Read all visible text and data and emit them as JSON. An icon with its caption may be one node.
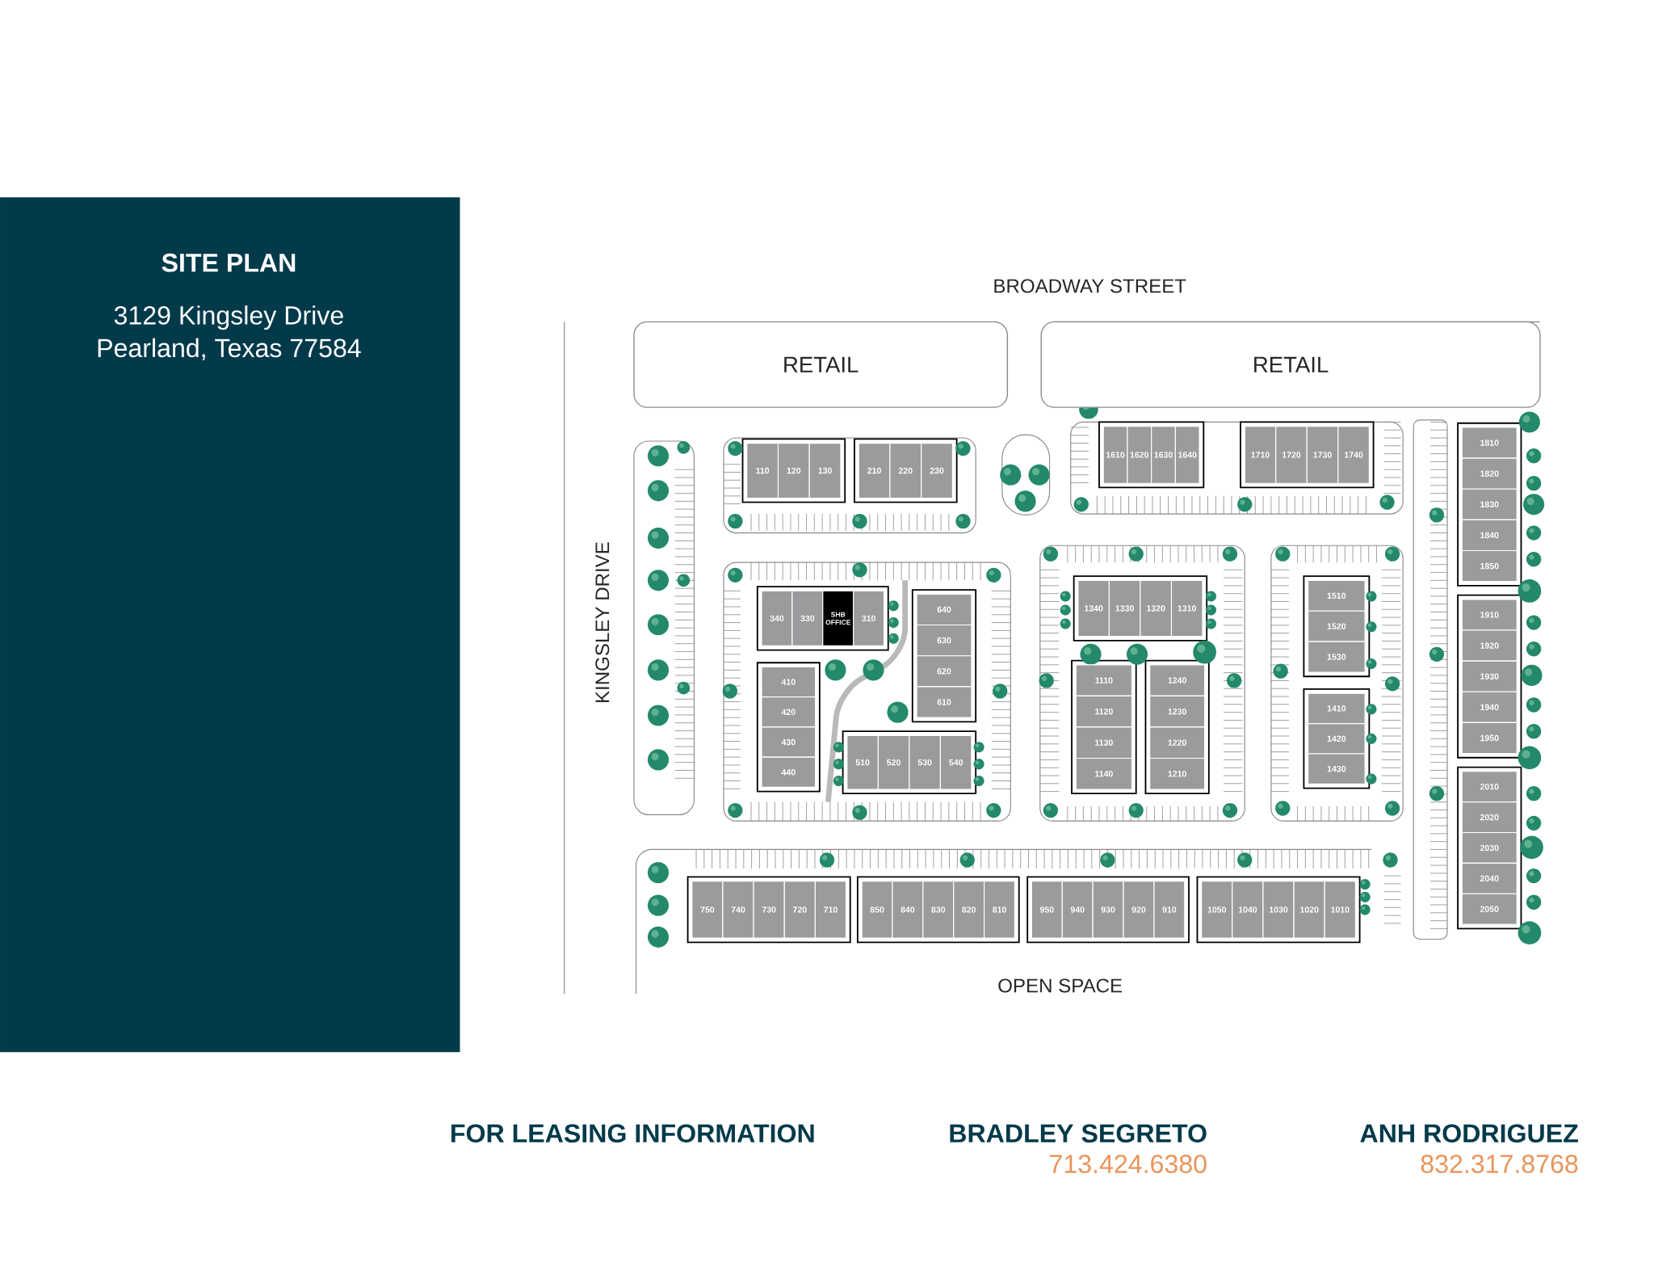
{
  "diagram": {
    "title": "SITE PLAN",
    "nodes": [
      {
        "text": [
          "RETAIL"
        ]
      },
      {
        "text": [
          "RETAIL"
        ]
      },
      {
        "text": [
          "110"
        ]
      },
      {
        "text": [
          "120"
        ]
      },
      {
        "text": [
          "130"
        ]
      },
      {
        "text": [
          "210"
        ]
      },
      {
        "text": [
          "220"
        ]
      },
      {
        "text": [
          "230"
        ]
      },
      {
        "text": [
          "1610"
        ]
      },
      {
        "text": [
          "1620"
        ]
      },
      {
        "text": [
          "1630"
        ]
      },
      {
        "text": [
          "1640"
        ]
      },
      {
        "text": [
          "1710"
        ]
      },
      {
        "text": [
          "1720"
        ]
      },
      {
        "text": [
          "1730"
        ]
      },
      {
        "text": [
          "1740"
        ]
      },
      {
        "text": [
          "1810"
        ]
      },
      {
        "text": [
          "1820"
        ]
      },
      {
        "text": [
          "1830"
        ]
      },
      {
        "text": [
          "1840"
        ]
      },
      {
        "text": [
          "1850"
        ]
      },
      {
        "text": [
          "340"
        ]
      },
      {
        "text": [
          "330"
        ]
      },
      {
        "text": [
          "SHB OFFICE"
        ]
      },
      {
        "text": [
          "310"
        ]
      },
      {
        "text": [
          "640"
        ]
      },
      {
        "text": [
          "630"
        ]
      },
      {
        "text": [
          "620"
        ]
      },
      {
        "text": [
          "610"
        ]
      },
      {
        "text": [
          "1340"
        ]
      },
      {
        "text": [
          "1330"
        ]
      },
      {
        "text": [
          "1320"
        ]
      },
      {
        "text": [
          "1310"
        ]
      },
      {
        "text": [
          "1510"
        ]
      },
      {
        "text": [
          "1520"
        ]
      },
      {
        "text": [
          "1530"
        ]
      },
      {
        "text": [
          "1910"
        ]
      },
      {
        "text": [
          "1920"
        ]
      },
      {
        "text": [
          "1930"
        ]
      },
      {
        "text": [
          "1940"
        ]
      },
      {
        "text": [
          "1950"
        ]
      },
      {
        "text": [
          "410"
        ]
      },
      {
        "text": [
          "420"
        ]
      },
      {
        "text": [
          "430"
        ]
      },
      {
        "text": [
          "440"
        ]
      },
      {
        "text": [
          "1110"
        ]
      },
      {
        "text": [
          "1120"
        ]
      },
      {
        "text": [
          "1130"
        ]
      },
      {
        "text": [
          "1140"
        ]
      },
      {
        "text": [
          "1240"
        ]
      },
      {
        "text": [
          "1230"
        ]
      },
      {
        "text": [
          "1220"
        ]
      },
      {
        "text": [
          "1210"
        ]
      },
      {
        "text": [
          "1410"
        ]
      },
      {
        "text": [
          "1420"
        ]
      },
      {
        "text": [
          "1430"
        ]
      },
      {
        "text": [
          "510"
        ]
      },
      {
        "text": [
          "520"
        ]
      },
      {
        "text": [
          "530"
        ]
      },
      {
        "text": [
          "540"
        ]
      },
      {
        "text": [
          "2010"
        ]
      },
      {
        "text": [
          "2020"
        ]
      },
      {
        "text": [
          "2030"
        ]
      },
      {
        "text": [
          "2040"
        ]
      },
      {
        "text": [
          "2050"
        ]
      },
      {
        "text": [
          "750"
        ]
      },
      {
        "text": [
          "740"
        ]
      },
      {
        "text": [
          "730"
        ]
      },
      {
        "text": [
          "720"
        ]
      },
      {
        "text": [
          "710"
        ]
      },
      {
        "text": [
          "850"
        ]
      },
      {
        "text": [
          "840"
        ]
      },
      {
        "text": [
          "830"
        ]
      },
      {
        "text": [
          "820"
        ]
      },
      {
        "text": [
          "810"
        ]
      },
      {
        "text": [
          "950"
        ]
      },
      {
        "text": [
          "940"
        ]
      },
      {
        "text": [
          "930"
        ]
      },
      {
        "text": [
          "920"
        ]
      },
      {
        "text": [
          "910"
        ]
      },
      {
        "text": [
          "1050"
        ]
      },
      {
        "text": [
          "1040"
        ]
      },
      {
        "text": [
          "1030"
        ]
      },
      {
        "text": [
          "1020"
        ]
      },
      {
        "text": [
          "1010"
        ]
      }
    ],
    "labels": [
      "3129 Kingsley Drive",
      "Pearland, Texas 77584",
      "BROADWAY STREET",
      "KINGSLEY DRIVE",
      "OPEN SPACE",
      "FOR LEASING INFORMATION",
      "BRADLEY SEGRETO",
      "713.424.6380",
      "ANH RODRIGUEZ",
      "832.317.8768"
    ]
  }
}
